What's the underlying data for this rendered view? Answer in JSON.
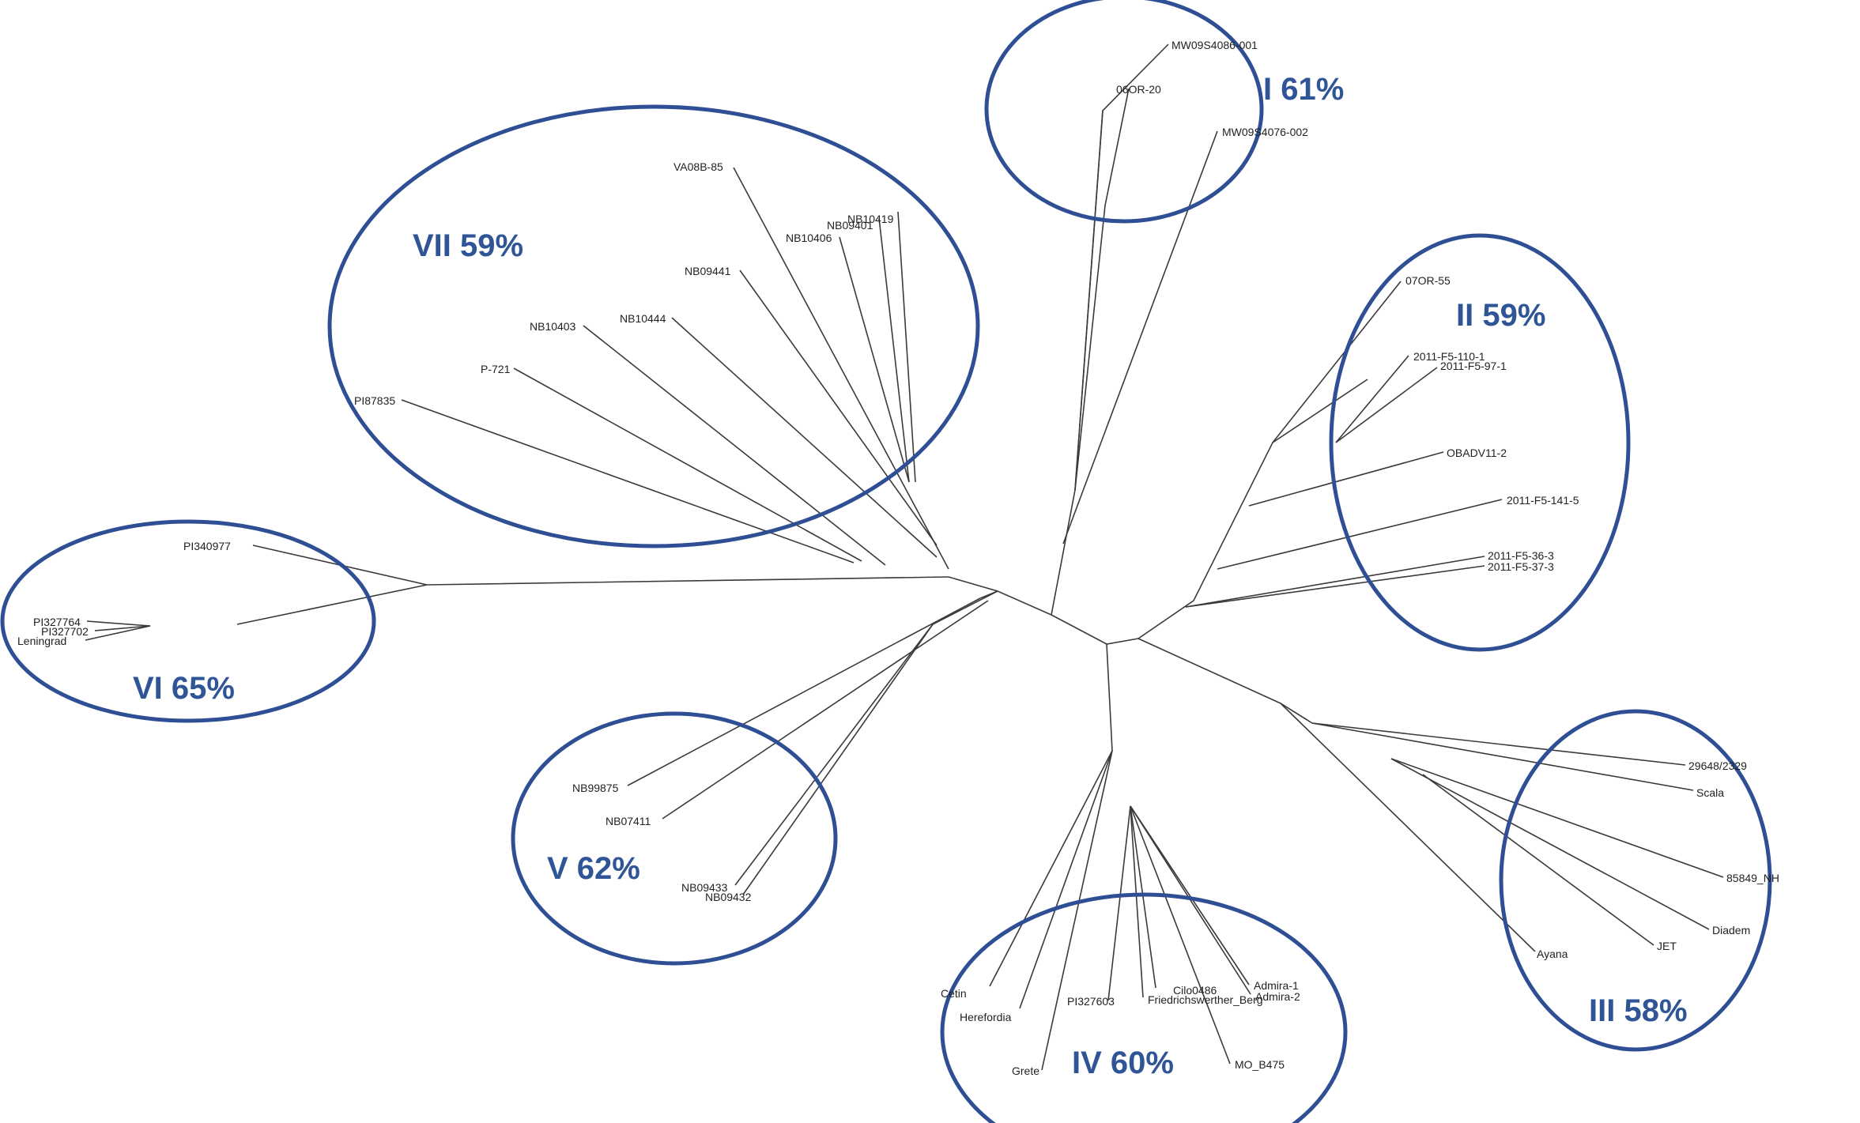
{
  "colors": {
    "ring": "#2f4f94",
    "cluster_label": "#2f5597",
    "branch": "#3a3a3a",
    "leaf_label": "#222222"
  },
  "clusters": [
    {
      "id": "I",
      "label": "I 61%"
    },
    {
      "id": "II",
      "label": "II 59%"
    },
    {
      "id": "III",
      "label": "III 58%"
    },
    {
      "id": "IV",
      "label": "IV 60%"
    },
    {
      "id": "V",
      "label": "V 62%"
    },
    {
      "id": "VI",
      "label": "VI 65%"
    },
    {
      "id": "VII",
      "label": "VII 59%"
    }
  ],
  "leaves": [
    "MW09S4086-001",
    "06OR-20",
    "MW09S4076-002",
    "07OR-55",
    "2011-F5-110-1",
    "2011-F5-97-1",
    "OBADV11-2",
    "2011-F5-141-5",
    "2011-F5-36-3",
    "2011-F5-37-3",
    "29648/2329",
    "Scala",
    "85849_NH",
    "Diadem",
    "JET",
    "Ayana",
    "Cetin",
    "Herefordia",
    "Grete",
    "PI327603",
    "Cilo0486",
    "Friedrichswerther_Berg",
    "Admira-1",
    "Admira-2",
    "MO_B475",
    "NB99875",
    "NB07411",
    "NB09433",
    "NB09432",
    "PI340977",
    "PI327764",
    "PI327702",
    "Leningrad",
    "VA08B-85",
    "NB10419",
    "NB09401",
    "NB10406",
    "NB09441",
    "NB10444",
    "NB10403",
    "P-721",
    "PI87835"
  ]
}
